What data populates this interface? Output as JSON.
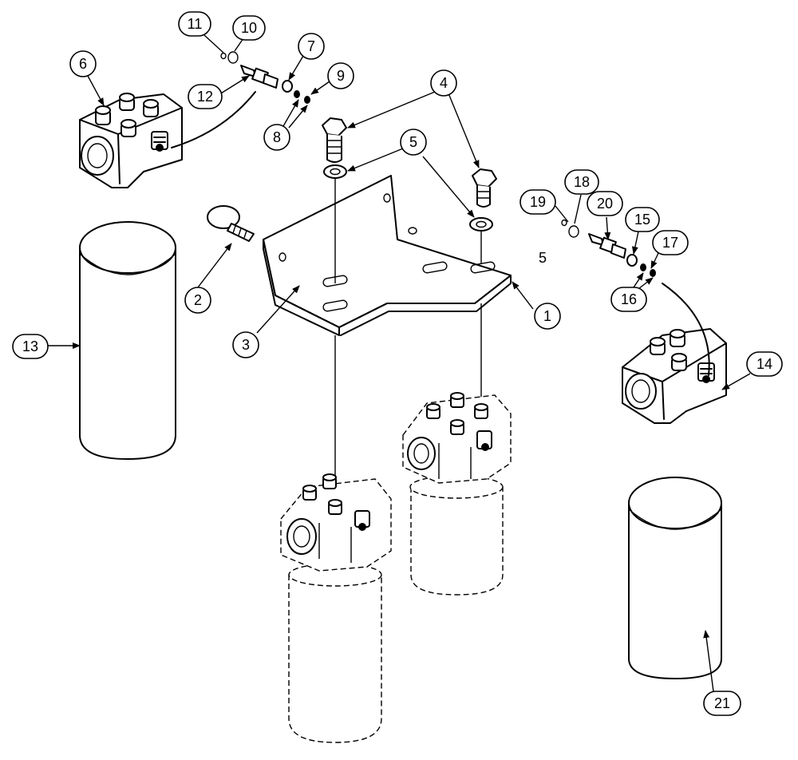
{
  "diagram": {
    "callouts": [
      {
        "label": "1"
      },
      {
        "label": "2"
      },
      {
        "label": "3"
      },
      {
        "label": "4"
      },
      {
        "label": "5"
      },
      {
        "label": "6"
      },
      {
        "label": "7"
      },
      {
        "label": "8"
      },
      {
        "label": "9"
      },
      {
        "label": "10"
      },
      {
        "label": "11"
      },
      {
        "label": "12"
      },
      {
        "label": "13"
      },
      {
        "label": "14"
      },
      {
        "label": "15"
      },
      {
        "label": "16"
      },
      {
        "label": "17"
      },
      {
        "label": "18"
      },
      {
        "label": "19"
      },
      {
        "label": "20"
      },
      {
        "label": "21"
      }
    ],
    "extra_label": "5"
  }
}
